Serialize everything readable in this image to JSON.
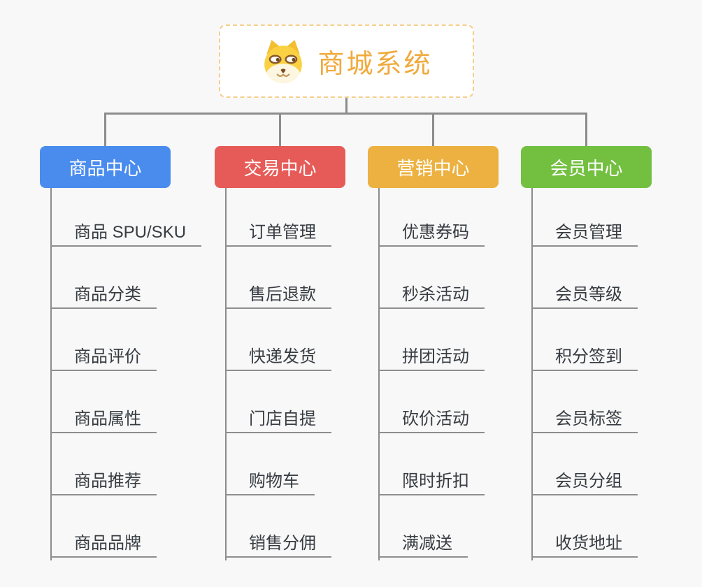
{
  "colors": {
    "background": "#f8f8f8",
    "connector": "#8c8c8c",
    "leaf_line": "#8e8e8e",
    "leaf_text": "#373c42",
    "title": "#F0AA3C",
    "root_border": "#F6CE8E"
  },
  "root": {
    "title": "商城系统",
    "icon": "dog-face-icon"
  },
  "branches": [
    {
      "label": "商品中心",
      "color": "#4A8CEE",
      "items": [
        "商品 SPU/SKU",
        "商品分类",
        "商品评价",
        "商品属性",
        "商品推荐",
        "商品品牌"
      ]
    },
    {
      "label": "交易中心",
      "color": "#E65B57",
      "items": [
        "订单管理",
        "售后退款",
        "快递发货",
        "门店自提",
        "购物车",
        "销售分佣"
      ]
    },
    {
      "label": "营销中心",
      "color": "#ECB140",
      "items": [
        "优惠券码",
        "秒杀活动",
        "拼团活动",
        "砍价活动",
        "限时折扣",
        "满减送"
      ]
    },
    {
      "label": "会员中心",
      "color": "#73C041",
      "items": [
        "会员管理",
        "会员等级",
        "积分签到",
        "会员标签",
        "会员分组",
        "收货地址"
      ]
    }
  ]
}
